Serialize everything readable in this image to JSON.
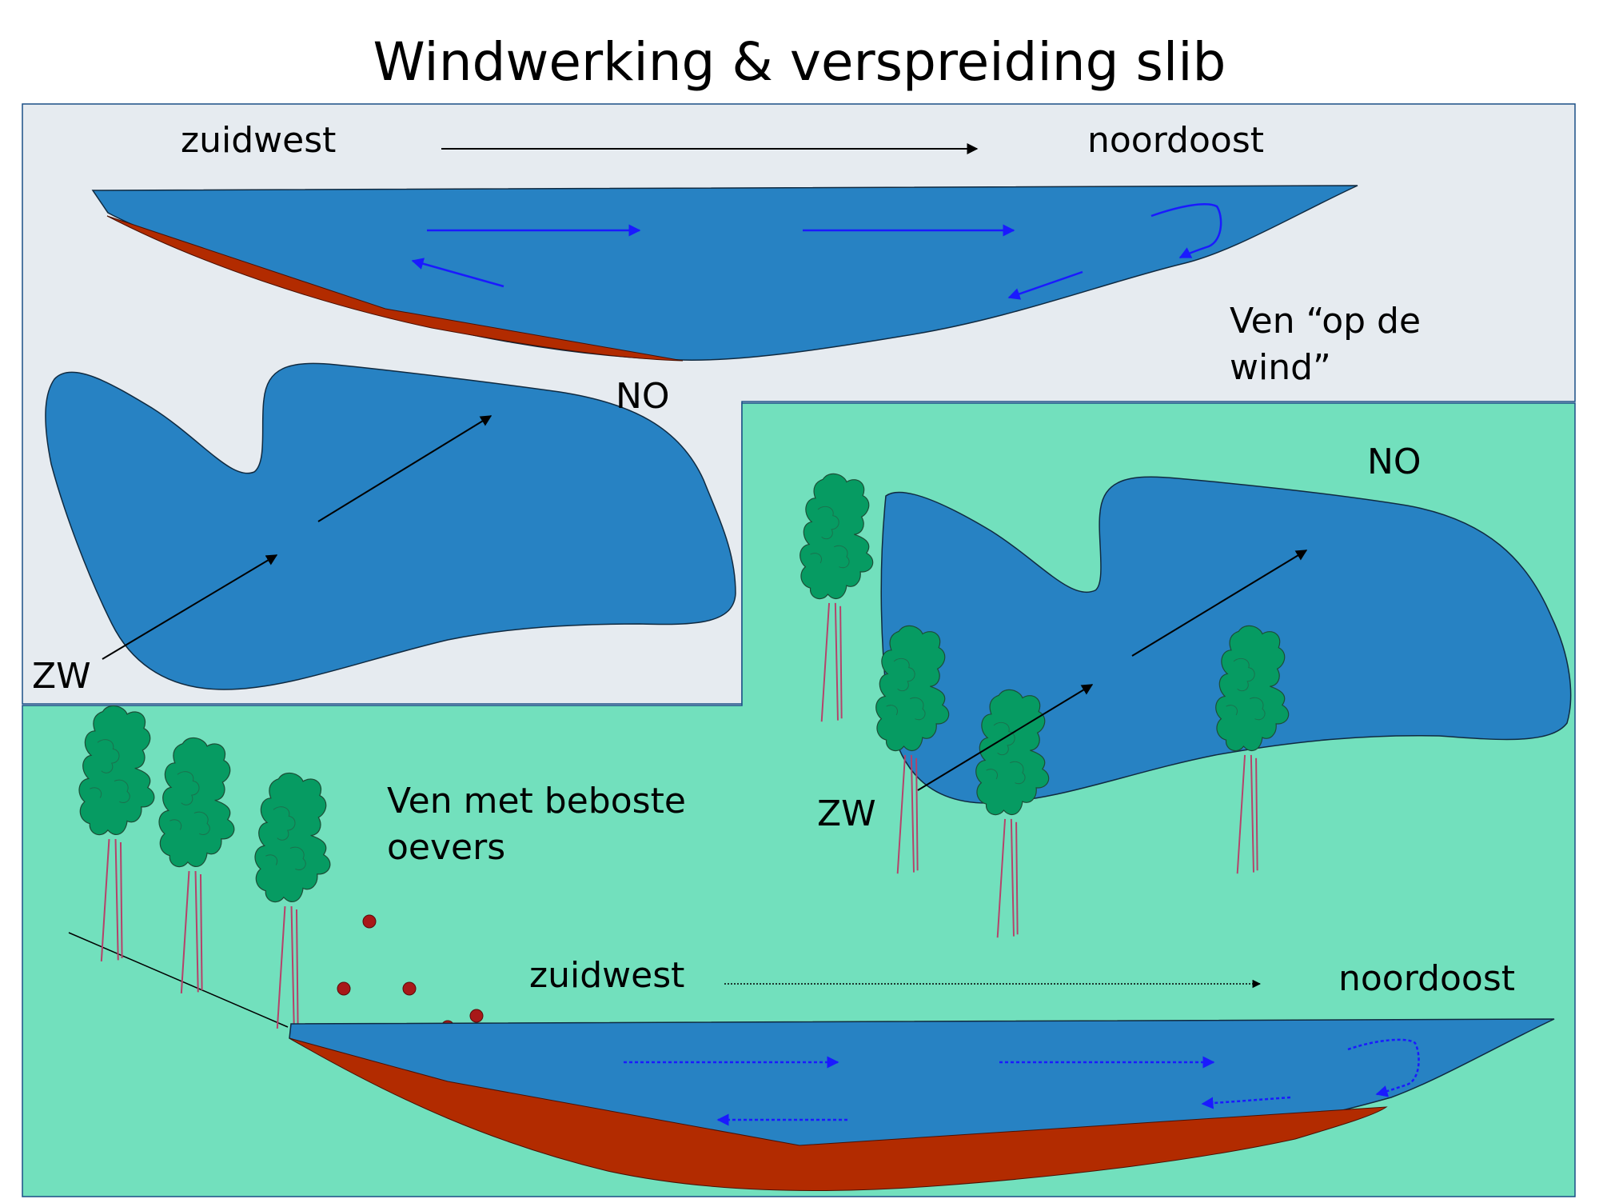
{
  "title": "Windwerking & verspreiding slib",
  "panel_top": {
    "from_label": "zuidwest",
    "to_label": "noordoost",
    "caption_line1": "Ven “op de",
    "caption_line2": "wind”",
    "lake_sw_label": "ZW",
    "lake_ne_label": "NO"
  },
  "panel_right": {
    "lake_sw_label": "ZW",
    "lake_ne_label": "NO"
  },
  "panel_bottom": {
    "caption_line1": "Ven met beboste",
    "caption_line2": "oevers",
    "from_label": "zuidwest",
    "to_label": "noordoost"
  },
  "colors": {
    "sky_panel": "#e6ebf0",
    "land_panel": "#72e0bd",
    "water": "#2782c3",
    "sludge": "#b22b00",
    "current_arrow": "#1a1aff",
    "tree_canopy": "#069b62",
    "tree_trunk": "#b5426a",
    "leaf_particle": "#a81818"
  },
  "icons": {
    "tree": "tree-icon",
    "leaf": "leaf-particle-icon"
  }
}
